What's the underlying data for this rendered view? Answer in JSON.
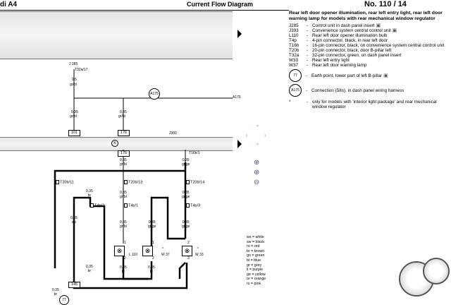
{
  "header": {
    "brand": "di A4",
    "title": "Current Flow Diagram",
    "page_number": "No. 110 / 14"
  },
  "diagram": {
    "j285": "J 285",
    "t32a": "T32a/17",
    "w05": "0,5",
    "c_grbl": "gr/bl",
    "a175_circle": "A175",
    "a175_end": "A175",
    "w035": "0,35",
    "c_grbl2": "gr/bl",
    "w035b": "0,35",
    "c_grbl3": "gr/bl",
    "box101": "101",
    "box176": "176",
    "j393": "J393",
    "box176b": "176",
    "t16h1": "T16h/1",
    "t20b11": "T20b/11",
    "t20b13": "T20b/13",
    "t20b14": "T20b/14",
    "t4p2": "T4p/2",
    "t4p1": "T4p/1",
    "t4p3": "T4p/3",
    "c_br": "br",
    "c_grge": "gr/ge",
    "c_sw": "sw",
    "c_ws": "ws",
    "box145": "145",
    "circ77": "77",
    "l110": "L 110",
    "w37": "W 37",
    "w33": "W 33",
    "pin1": "1",
    "pin2": "2",
    "pin3": "3",
    "star": "*"
  },
  "legend": {
    "heading": "Rear left door opener illumination, rear left entry light, rear left door warning lamp for models with rear mechanical window regulator",
    "items": [
      {
        "code": "J285",
        "text": "Control unit in dash panel insert",
        "cam": true
      },
      {
        "code": "J393",
        "text": "Convenience system central control unit",
        "cam": true
      },
      {
        "code": "L110",
        "text": "Rear left door opener illumination bulb",
        "cam": false
      },
      {
        "code": "T4p",
        "text": "4-pin connector, black, in rear left door",
        "cam": false
      },
      {
        "code": "T16h",
        "text": "16-pin connector, black, on convenience system central control unit",
        "cam": false
      },
      {
        "code": "T20b",
        "text": "20-pin connector, black, door B-pillar left",
        "cam": false
      },
      {
        "code": "T32a",
        "text": "32-pin connector, green, on dash panel insert",
        "cam": false
      },
      {
        "code": "W33",
        "text": "Rear left entry light",
        "cam": false
      },
      {
        "code": "W37",
        "text": "Rear left door warning lamp",
        "cam": false
      }
    ],
    "circ77": "77",
    "circ77_text": "Earth point, lower part of left B-pillar",
    "circA175": "A175",
    "circA175_text": "Connection (58s), in dash panel wiring harness",
    "star": "*",
    "star_text": "only for models with 'interior light package' and rear mechanical window regulator"
  },
  "colors": [
    "ws = white",
    "sw = black",
    "ro = red",
    "br = brown",
    "gn = green",
    "bl = blue",
    "gr = grey",
    "li = purple",
    "ge = yellow",
    "or = orange",
    "rs = pink"
  ]
}
